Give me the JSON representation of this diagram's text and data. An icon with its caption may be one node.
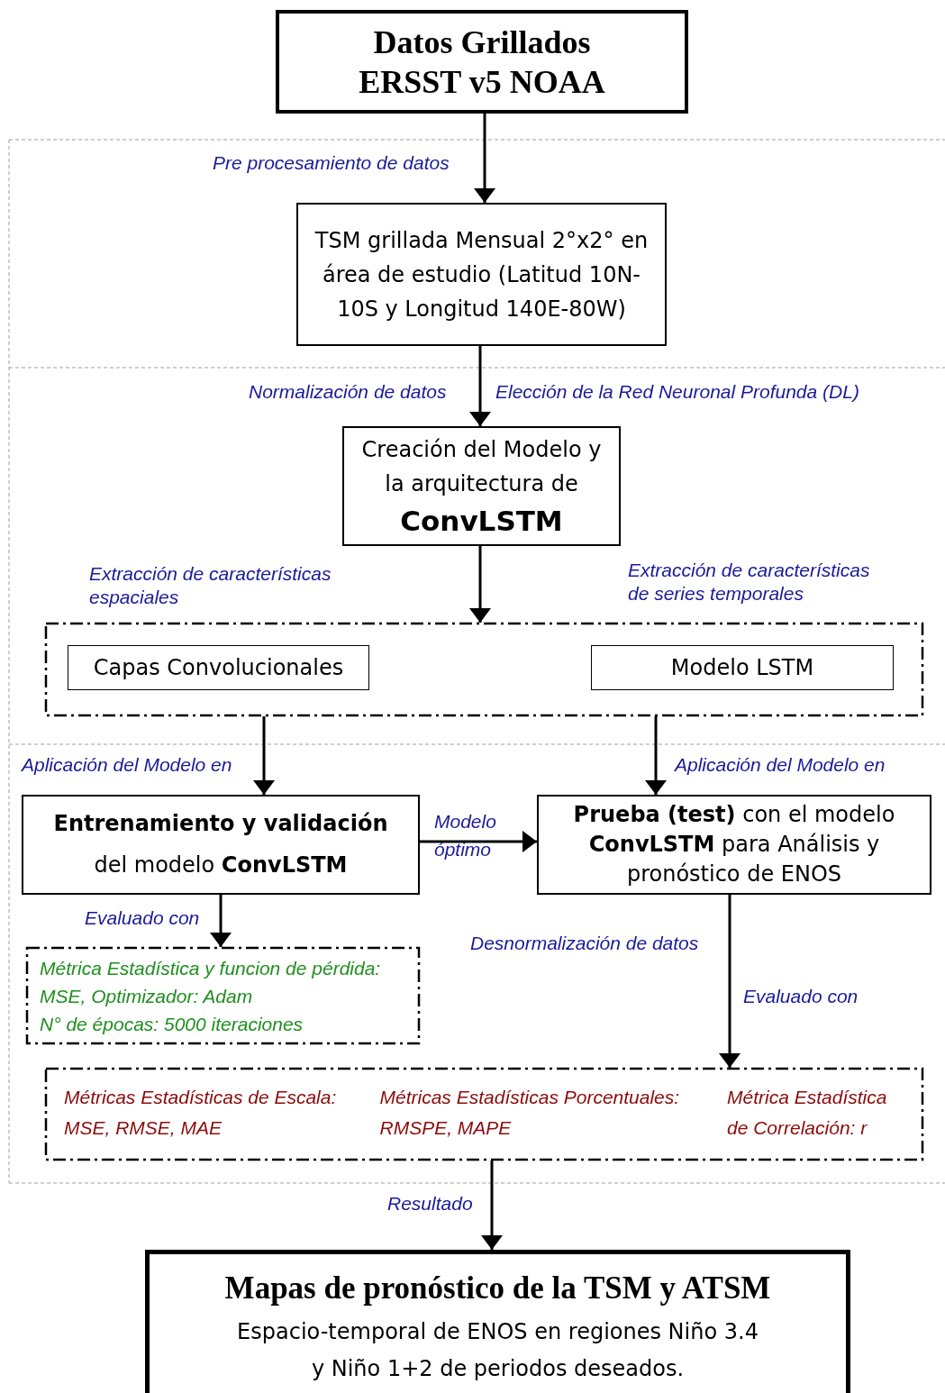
{
  "diagram": {
    "nodes": [
      {
        "text": [
          "Datos Grillados ERSST v5 NOAA"
        ]
      },
      {
        "text": [
          "TSM grillada Mensual 2°x2° en área de estudio (Latitud 10N-10S y Longitud 140E-80W)"
        ]
      },
      {
        "text": [
          "Creación del Modelo y la arquitectura de",
          "ConvLSTM"
        ]
      },
      {
        "text": [],
        "shape": "box",
        "beside": [
          "Extracción de características espaciales",
          "Extracción de características de series temporales"
        ]
      },
      {
        "text": [
          "Capas Convolucionales"
        ],
        "in": 3
      },
      {
        "text": [
          "Modelo LSTM"
        ],
        "in": 3
      },
      {
        "text": [
          "Entrenamiento y validación",
          "del modelo **ConvLSTM**"
        ]
      },
      {
        "text": [
          "**Prueba (test)** con el modelo **ConvLSTM** para Análisis y pronóstico de ENOS"
        ]
      },
      {
        "text": [
          "Métrica Estadística y funcion de pérdida:",
          "MSE, Optimizador: Adam",
          "N° de épocas: 5000 iteraciones"
        ]
      },
      {
        "text": [
          "Métricas Estadísticas de Escala: MSE, RMSE, MAE",
          "Métricas Estadísticas Porcentuales: RMSPE, MAPE",
          "Métrica Estadística de Correlación: r"
        ]
      },
      {
        "text": [
          "Mapas de pronóstico de la TSM y ATSM",
          "Espacio-temporal de ENOS en regiones Niño 3.4 y Niño 1+2 de periodos deseados."
        ]
      }
    ],
    "edges": [
      {
        "from": 0,
        "to": 1,
        "arrow": "to",
        "label": "Pre procesamiento de datos"
      },
      {
        "from": 1,
        "to": 2,
        "arrow": "to",
        "label": "Normalización de datos"
      },
      {
        "from": 2,
        "to": 3,
        "arrow": "to"
      },
      {
        "from": 3,
        "to": 6,
        "arrow": "to",
        "label": "Aplicación del Modelo en"
      },
      {
        "from": 3,
        "to": 7,
        "arrow": "to",
        "label": "Aplicación del Modelo en"
      },
      {
        "from": 6,
        "to": 7,
        "arrow": "to",
        "label": "Modelo óptimo"
      },
      {
        "from": 6,
        "to": 8,
        "arrow": "to",
        "label": "Evaluado con"
      },
      {
        "from": 7,
        "to": 9,
        "arrow": "to",
        "label": "Evaluado con"
      },
      {
        "from": 9,
        "to": 10,
        "arrow": "to",
        "label": "Resultado"
      }
    ],
    "labels": [
      "Elección de la Red Neuronal Profunda (DL)",
      "Desnormalización de datos"
    ]
  }
}
